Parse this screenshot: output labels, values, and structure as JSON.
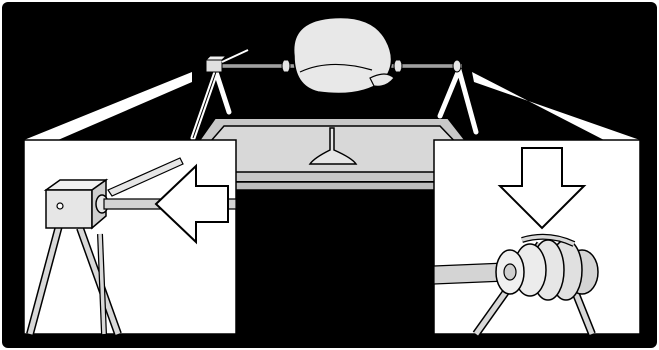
{
  "figure": {
    "panels": [
      "overview-rotisserie",
      "detail-motor-insertion",
      "detail-spit-fork"
    ],
    "colors": {
      "frame": "#000000",
      "background": "#ffffff",
      "outline": "#000000",
      "appliance_fill": "#c8c8c8",
      "metal_fill": "#d4d4d4",
      "part_fill": "#e6e6e6",
      "poultry_fill": "#e8e8e8",
      "arrow_fill": "#ffffff"
    },
    "icons": [
      "rotisserie-motor-icon",
      "insert-arrow-icon",
      "press-down-arrow-icon",
      "spit-fork-icon",
      "poultry-icon"
    ]
  }
}
